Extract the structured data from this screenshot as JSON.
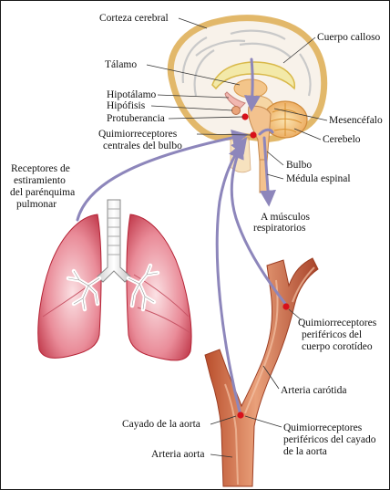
{
  "labels": {
    "corteza": "Corteza cerebral",
    "calloso": "Cuerpo calloso",
    "talamo": "Tálamo",
    "hipotalamo": "Hipotálamo",
    "hipofisis": "Hipófisis",
    "protuberancia": "Protuberancia",
    "mesencefalo": "Mesencéfalo",
    "quimio_centrales_1": "Quimiorreceptores",
    "quimio_centrales_2": "centrales del bulbo",
    "cerebelo": "Cerebelo",
    "bulbo": "Bulbo",
    "medula": "Médula espinal",
    "musculos_1": "A músculos",
    "musculos_2": "respiratorios",
    "receptores_1": "Receptores de",
    "receptores_2": "estiramiento",
    "receptores_3": "del parénquima",
    "receptores_4": "pulmonar",
    "perif_carotideo_1": "Quimiorreceptores",
    "perif_carotideo_2": "periféricos del",
    "perif_carotideo_3": "cuerpo corotídeo",
    "carotida": "Arteria carótida",
    "cayado": "Cayado de la aorta",
    "perif_aorta_1": "Quimiorreceptores",
    "perif_aorta_2": "periféricos del cayado",
    "perif_aorta_3": "de la aorta",
    "aorta": "Arteria aorta"
  },
  "colors": {
    "pathway": "#8d86bb",
    "receptor_dot": "#d8101a",
    "artery": "#c9623a",
    "lung": "#d2455a",
    "brain_outline": "#e2b86a"
  }
}
